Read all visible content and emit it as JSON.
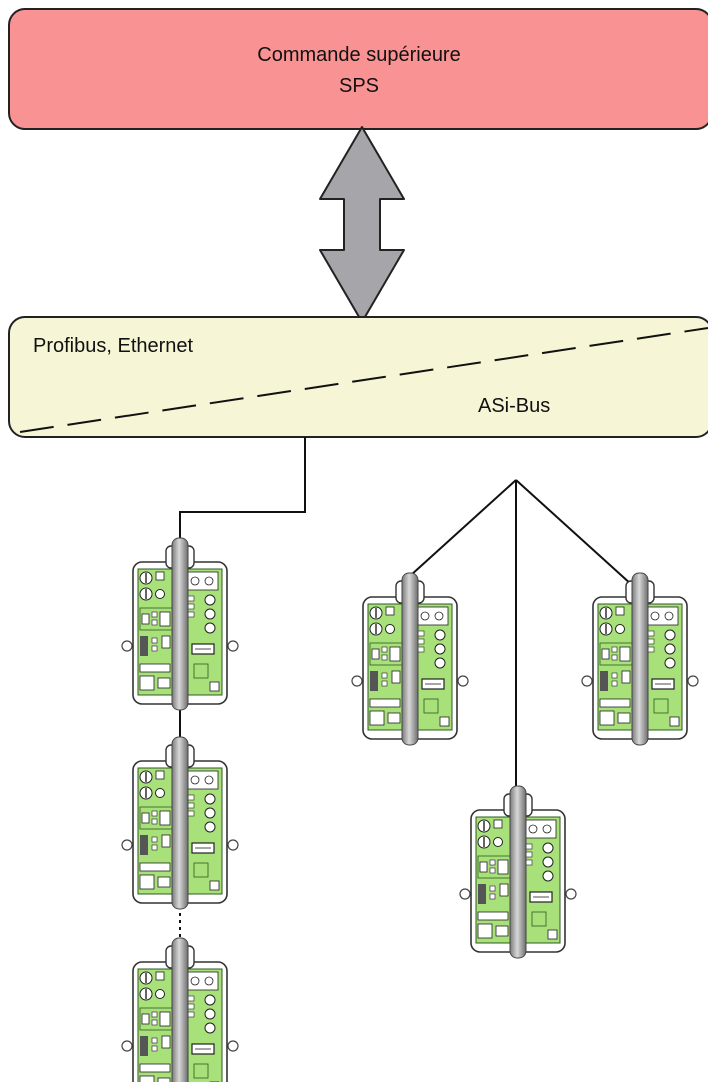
{
  "top_box": {
    "line1": "Commande supérieure",
    "line2": "SPS"
  },
  "bus_box": {
    "label_upper": "Profibus, Ethernet",
    "label_lower": "ASi-Bus"
  },
  "colors": {
    "top_box_fill": "#f99292",
    "bus_box_fill": "#f6f5d6",
    "arrow_fill": "#a6a6aa",
    "module_board": "#a8e07a",
    "module_shell": "#ffffff",
    "module_cable": "#9c9c9c"
  },
  "modules": {
    "left_chain_count": 3,
    "star_topology_count": 3,
    "icon": "asi-module-icon"
  }
}
